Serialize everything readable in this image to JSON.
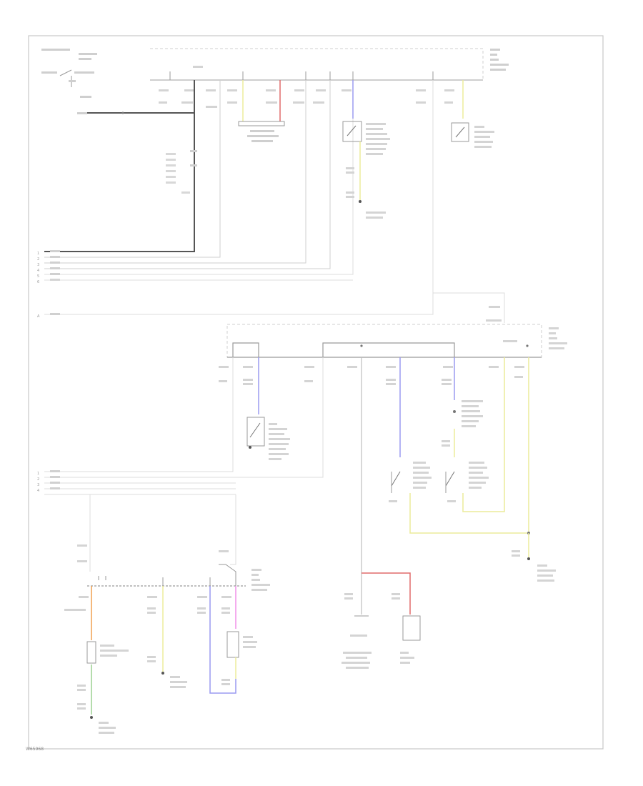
{
  "footer_code": "W65968",
  "colors": {
    "frame": "#c8c8c8",
    "wire_dark": "#555555",
    "wire_gray": "#bdbdbd",
    "wire_light": "#dddddd",
    "wire_blue": "#9a9af0",
    "wire_red": "#e06a6a",
    "wire_pink": "#f090e8",
    "wire_yellow": "#ecec9a",
    "wire_orange": "#f0a050",
    "wire_green": "#9ad090"
  },
  "legend_rows": [
    "1",
    "2",
    "3",
    "4",
    "5",
    "6"
  ],
  "legend_rows_lower": [
    "1",
    "2",
    "3",
    "4"
  ]
}
